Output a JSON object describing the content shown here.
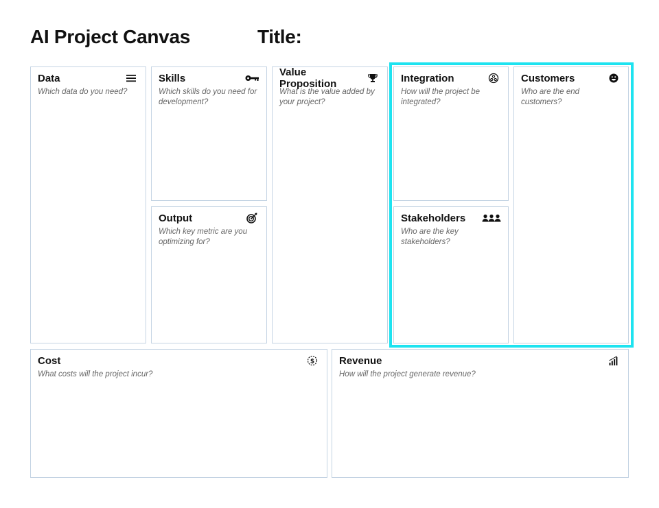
{
  "header": {
    "canvas_title": "AI Project Canvas",
    "title_label": "Title:"
  },
  "cells": {
    "data": {
      "title": "Data",
      "desc": "Which data do you need?",
      "icon": "list-icon"
    },
    "skills": {
      "title": "Skills",
      "desc": "Which skills do you need for development?",
      "icon": "key-icon"
    },
    "output": {
      "title": "Output",
      "desc": "Which key metric are you optimizing for?",
      "icon": "target-icon"
    },
    "value": {
      "title": "Value Proposition",
      "desc": "What is the value added by your project?",
      "icon": "trophy-icon"
    },
    "integration": {
      "title": "Integration",
      "desc": "How will the project be integrated?",
      "icon": "integration-icon"
    },
    "stakeholders": {
      "title": "Stakeholders",
      "desc": "Who are the key stakeholders?",
      "icon": "people-icon"
    },
    "customers": {
      "title": "Customers",
      "desc": "Who are the end customers?",
      "icon": "smiley-icon"
    },
    "cost": {
      "title": "Cost",
      "desc": "What costs will the project incur?",
      "icon": "dollar-icon"
    },
    "revenue": {
      "title": "Revenue",
      "desc": "How will the project generate revenue?",
      "icon": "signal-bars-icon"
    }
  },
  "colors": {
    "cell_border": "#c3d3e3",
    "highlight": "#1ee3f0"
  }
}
